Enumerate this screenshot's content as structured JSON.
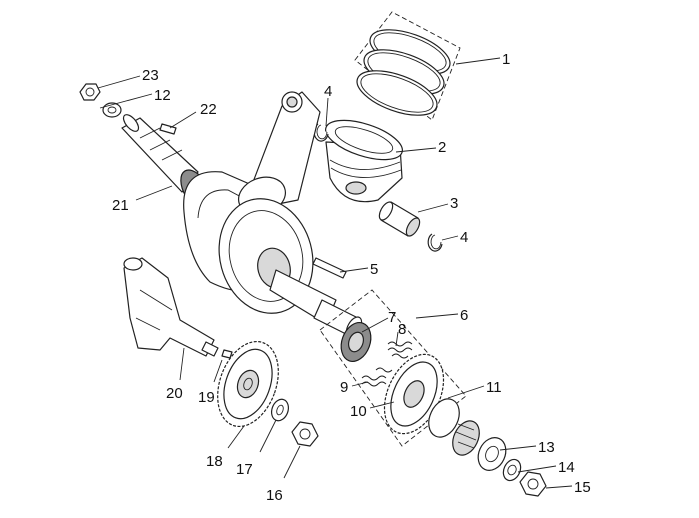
{
  "callouts": [
    {
      "id": "1",
      "part": "piston-rings"
    },
    {
      "id": "2",
      "part": "piston"
    },
    {
      "id": "3",
      "part": "piston-pin"
    },
    {
      "id": "4",
      "part": "circlip"
    },
    {
      "id": "4",
      "part": "circlip-lower"
    },
    {
      "id": "5",
      "part": "key"
    },
    {
      "id": "6",
      "part": "gear-assembly"
    },
    {
      "id": "7",
      "part": "gear-hub"
    },
    {
      "id": "8",
      "part": "spring"
    },
    {
      "id": "9",
      "part": "spring-lower"
    },
    {
      "id": "10",
      "part": "drive-gear"
    },
    {
      "id": "11",
      "part": "plate"
    },
    {
      "id": "12",
      "part": "washer"
    },
    {
      "id": "13",
      "part": "washer-large"
    },
    {
      "id": "14",
      "part": "washer-small"
    },
    {
      "id": "15",
      "part": "nut"
    },
    {
      "id": "16",
      "part": "nut-balancer"
    },
    {
      "id": "17",
      "part": "washer-balancer"
    },
    {
      "id": "18",
      "part": "balancer-gear"
    },
    {
      "id": "19",
      "part": "balancer-key"
    },
    {
      "id": "20",
      "part": "balancer-shaft"
    },
    {
      "id": "21",
      "part": "crankshaft"
    },
    {
      "id": "22",
      "part": "woodruff-key"
    },
    {
      "id": "23",
      "part": "nut-crank"
    }
  ]
}
